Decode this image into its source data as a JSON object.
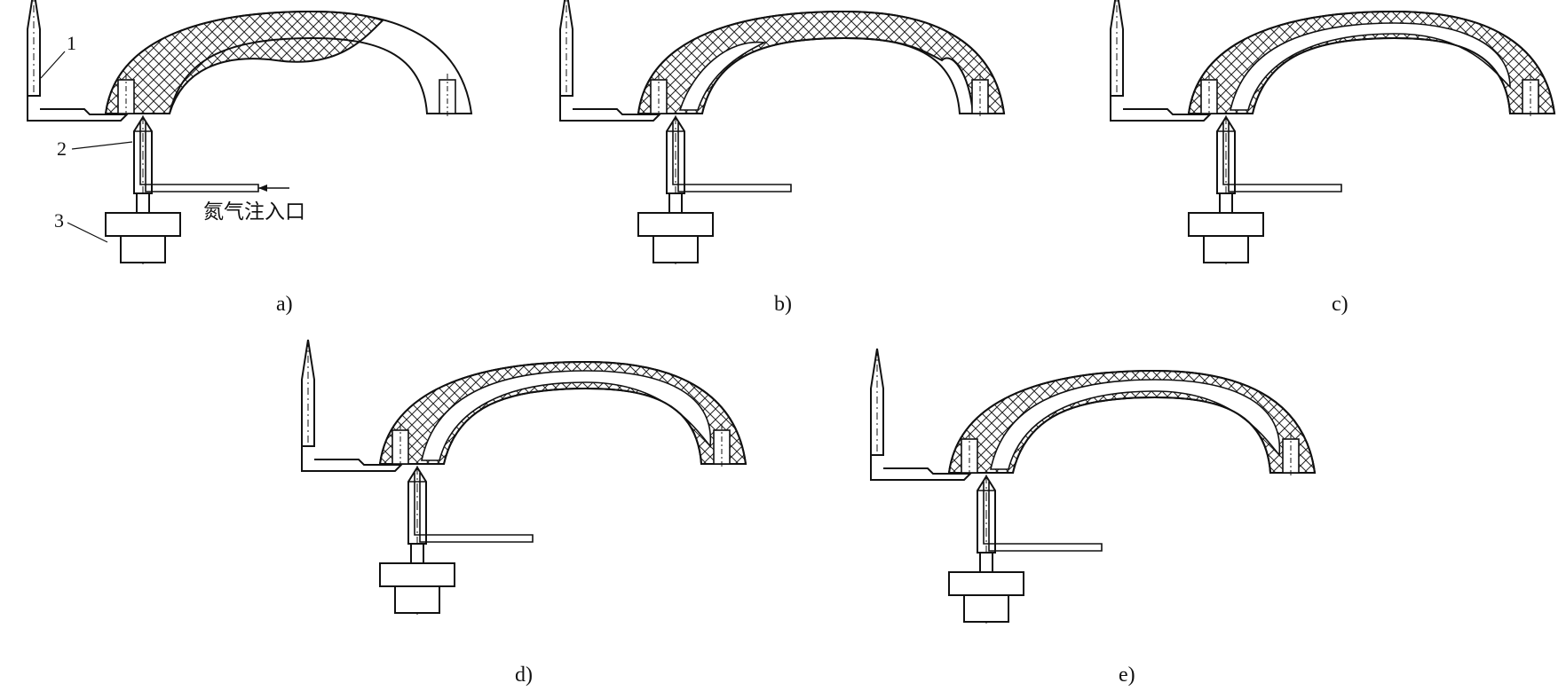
{
  "labels": {
    "part1": "1",
    "part2": "2",
    "part3": "3",
    "nitrogen_inlet": "氮气注入口"
  },
  "captions": {
    "a": "a)",
    "b": "b)",
    "c": "c)",
    "d": "d)",
    "e": "e)"
  },
  "colors": {
    "line": "#111111",
    "hatch": "#222222",
    "background": "#ffffff"
  }
}
